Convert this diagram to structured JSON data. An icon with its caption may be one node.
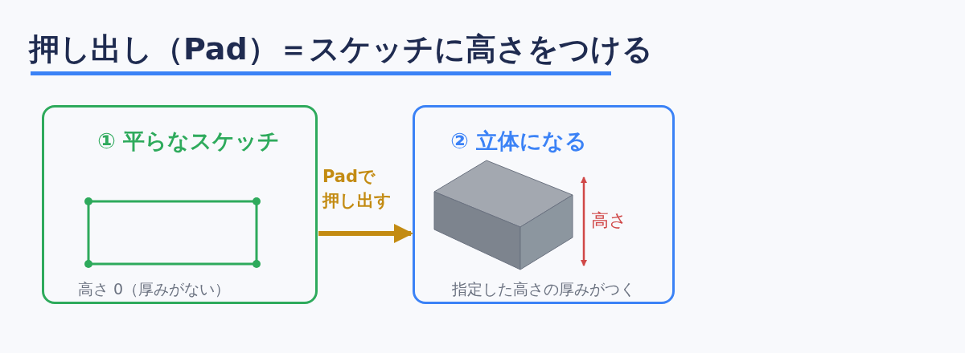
{
  "diagram": {
    "title": "押し出し（Pad）＝スケッチに高さをつける",
    "nodes": [
      {
        "text": [
          "① 平らなスケッチ",
          "高さ 0（厚みがない）"
        ]
      },
      {
        "text": [
          "② 立体になる",
          "指定した高さの厚みがつく"
        ]
      }
    ],
    "edges": [
      {
        "from": 0,
        "to": 1,
        "arrow": "to",
        "label": "Padで押し出す"
      }
    ],
    "labels": [
      "高さ"
    ]
  }
}
